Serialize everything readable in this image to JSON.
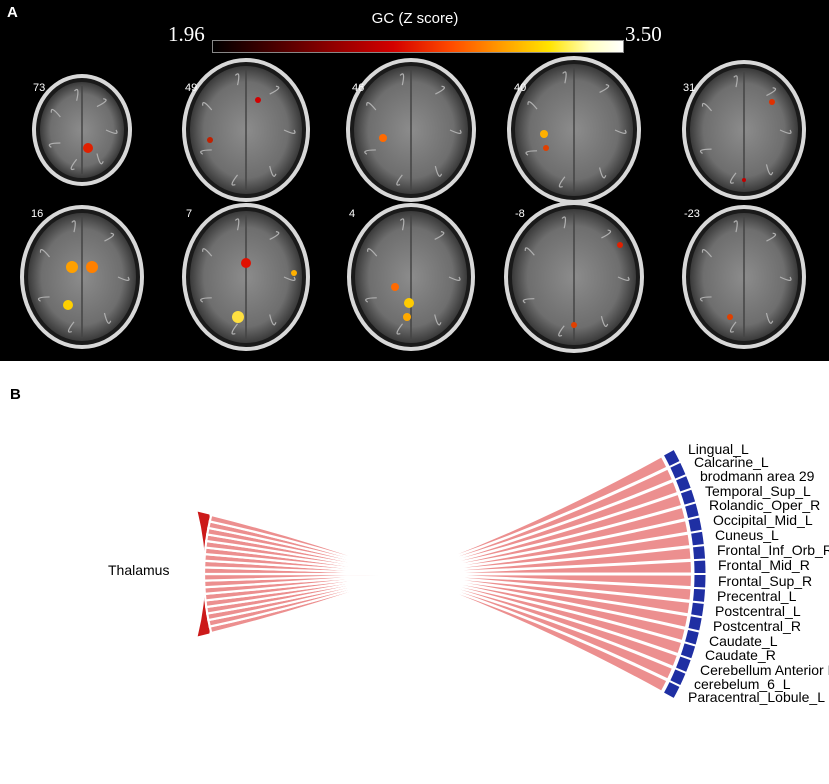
{
  "panel_a": {
    "letter": "A",
    "colorbar": {
      "title": "GC (Z score)",
      "min_label": "1.96",
      "max_label": "3.50"
    },
    "slices": [
      {
        "label": "73",
        "row": 0,
        "col": 0
      },
      {
        "label": "49",
        "row": 0,
        "col": 1
      },
      {
        "label": "46",
        "row": 0,
        "col": 2
      },
      {
        "label": "40",
        "row": 0,
        "col": 3
      },
      {
        "label": "31",
        "row": 0,
        "col": 4
      },
      {
        "label": "16",
        "row": 1,
        "col": 0
      },
      {
        "label": "7",
        "row": 1,
        "col": 1
      },
      {
        "label": "4",
        "row": 1,
        "col": 2
      },
      {
        "label": "-8",
        "row": 1,
        "col": 3
      },
      {
        "label": "-23",
        "row": 1,
        "col": 4
      }
    ]
  },
  "panel_b": {
    "letter": "B",
    "source": {
      "label": "Thalamus",
      "color": "#cc1a1a"
    },
    "target_color": "#1f2fa3",
    "link_color": "#ec8f8f",
    "targets": [
      "Lingual_L",
      "Calcarine_L",
      "brodmann area 29",
      "Temporal_Sup_L",
      "Rolandic_Oper_R",
      "Occipital_Mid_L",
      "Cuneus_L",
      "Frontal_Inf_Orb_R",
      "Frontal_Mid_R",
      "Frontal_Sup_R",
      "Precentral_L",
      "Postcentral_L",
      "Postcentral_R",
      "Caudate_L",
      "Caudate_R",
      "Cerebellum Anterior Lobe",
      "cerebelum_6_L",
      "Paracentral_Lobule_L"
    ]
  }
}
